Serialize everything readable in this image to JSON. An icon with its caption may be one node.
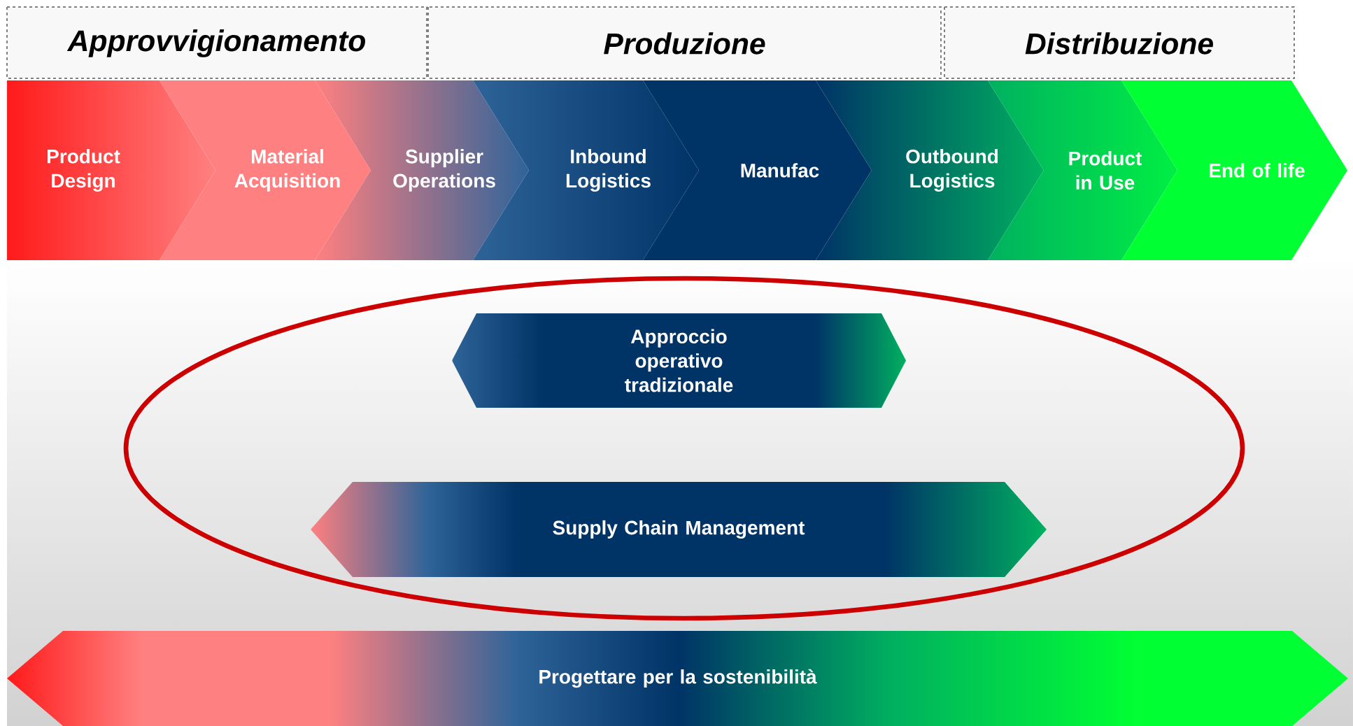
{
  "diagram": {
    "nodes": [
      {
        "text": [
          "Approvvigionamento"
        ]
      },
      {
        "text": [
          "Produzione"
        ]
      },
      {
        "text": [
          "Distribuzione"
        ]
      },
      {
        "text": [
          "Product Design"
        ]
      },
      {
        "text": [
          "Material Acquisition"
        ]
      },
      {
        "text": [
          "Supplier Operations"
        ]
      },
      {
        "text": [
          "Inbound Logistics"
        ]
      },
      {
        "text": [
          "Manufac"
        ]
      },
      {
        "text": [
          "Outbound Logistics"
        ]
      },
      {
        "text": [
          "Product in Use"
        ]
      },
      {
        "text": [
          "End of life"
        ]
      },
      {
        "text": [],
        "shape": "ellipse"
      },
      {
        "text": [
          "Approccio operativo tradizionale"
        ],
        "in": 11
      },
      {
        "text": [
          "Supply Chain Management"
        ],
        "in": 11
      },
      {
        "text": [
          "Progettare per la sostenibilità"
        ]
      }
    ]
  }
}
